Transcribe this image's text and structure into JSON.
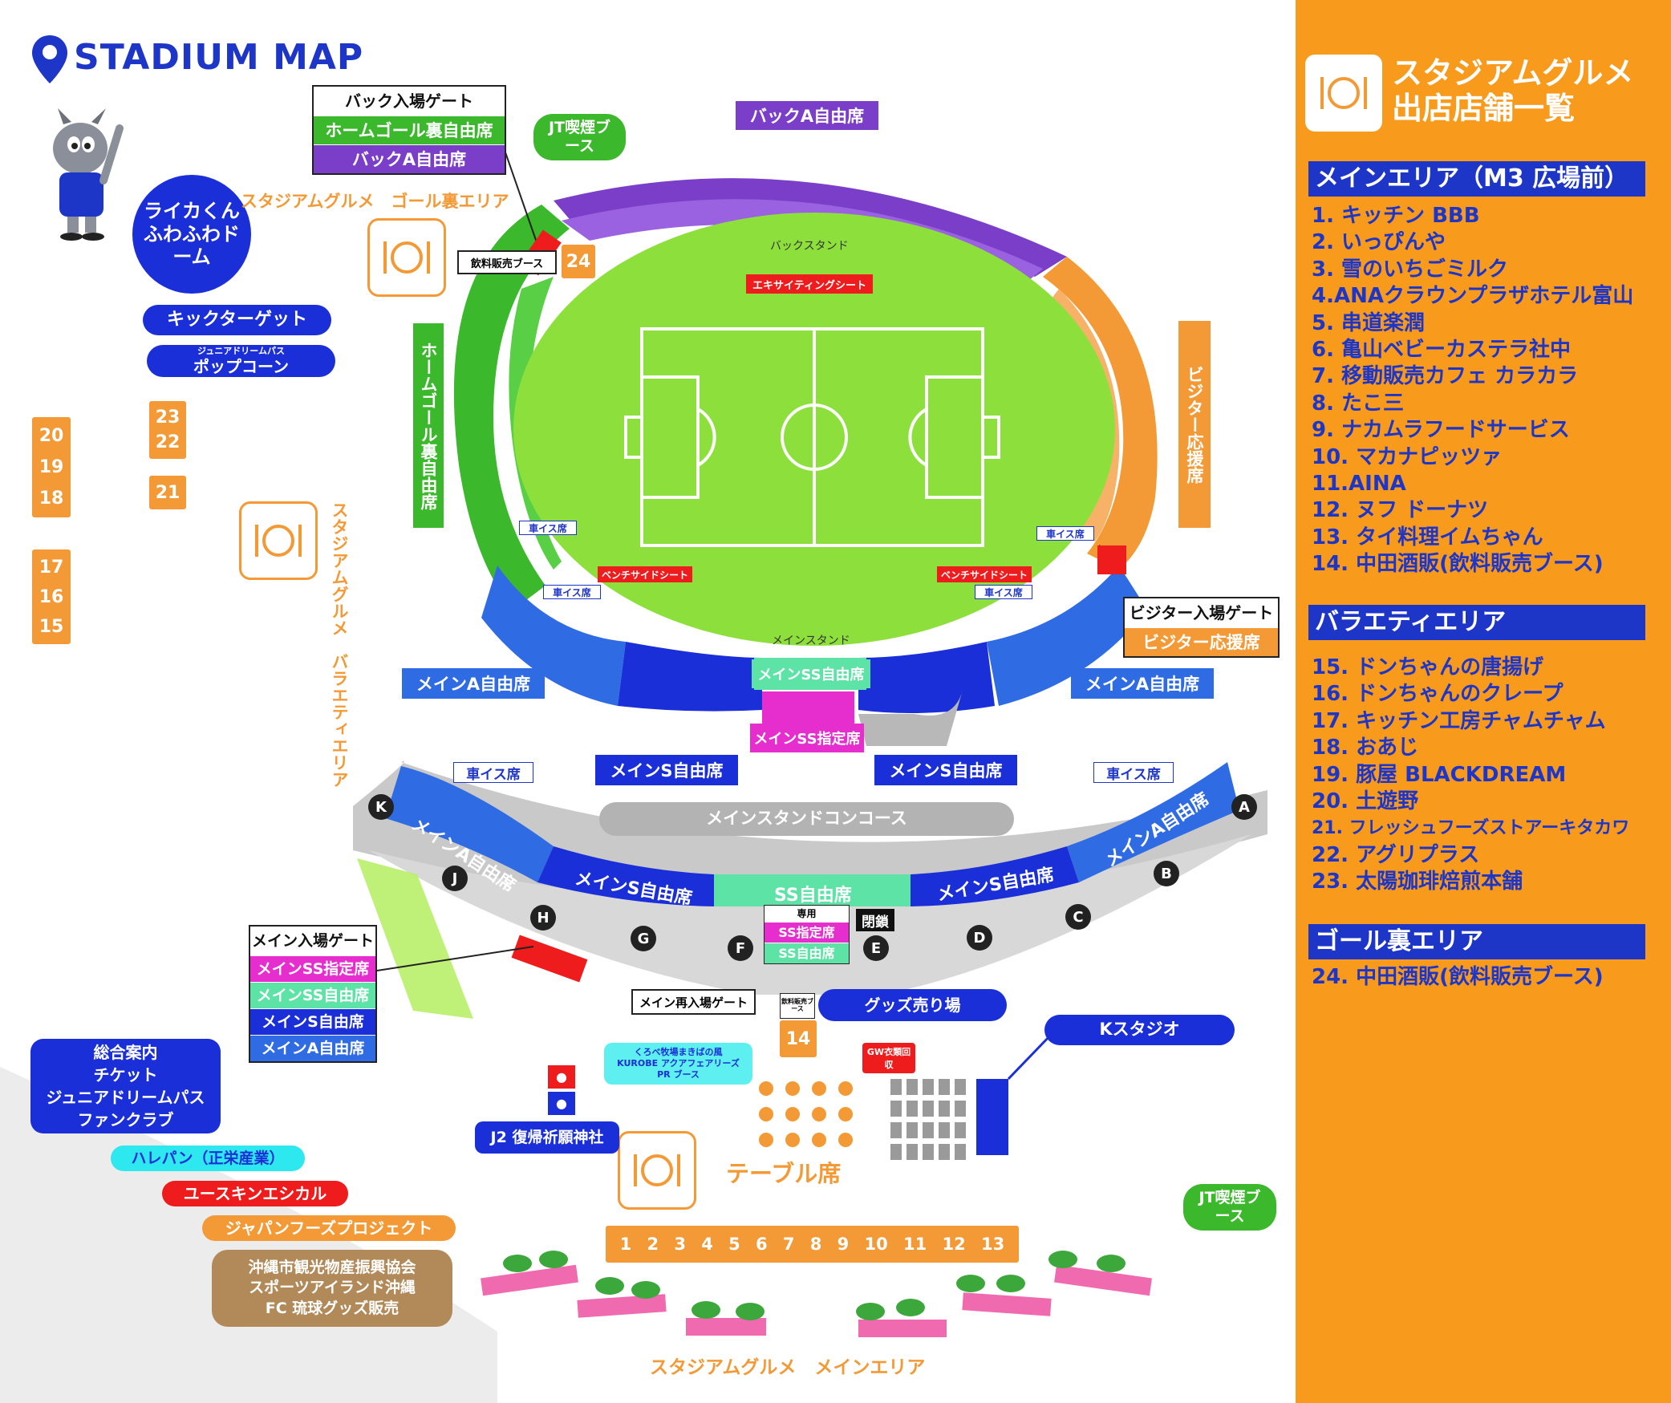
{
  "title": "STADIUM MAP",
  "colors": {
    "blue": "#1e36c8",
    "orange": "#f39a36",
    "green": "#3cb82c",
    "purple": "#7a3ec8",
    "pitch": "#8de03c",
    "red": "#ee1c1c",
    "magenta": "#e62ecf",
    "mint": "#5ee3a6"
  },
  "field_labels": {
    "back_stand": "バックスタンド",
    "main_stand": "メインスタンド",
    "exciting_seat": "エキサイティングシート",
    "bench_side_seat": "ベンチサイドシート",
    "wheelchair": "車イス席"
  },
  "seat_labels": {
    "back_a_free": "バックA自由席",
    "home_goal_free": "ホームゴール裏自由席",
    "visitor_support": "ビジター応援席",
    "main_a_free": "メインA自由席",
    "main_ss_free": "メインSS自由席",
    "main_ss_reserved": "メインSS指定席",
    "main_s_free": "メインS自由席",
    "ss_free": "SS自由席",
    "main_concourse": "メインスタンドコンコース"
  },
  "gates": {
    "back": {
      "title": "バック入場ゲート",
      "rows": [
        "ホームゴール裏自由席",
        "バックA自由席"
      ]
    },
    "visitor": {
      "title": "ビジター入場ゲート",
      "rows": [
        "ビジター応援席"
      ]
    },
    "main": {
      "title": "メイン入場ゲート",
      "rows": [
        "メインSS指定席",
        "メインSS自由席",
        "メインS自由席",
        "メインA自由席"
      ]
    },
    "main_reentry": "メイン再入場ゲート",
    "dedicated": {
      "title": "専用",
      "rows": [
        "SS指定席",
        "SS自由席"
      ]
    },
    "closed": "閉鎖"
  },
  "gate_letters": [
    "A",
    "B",
    "C",
    "D",
    "E",
    "F",
    "G",
    "H",
    "J",
    "K"
  ],
  "areas": {
    "jt_smoking": "JT喫煙ブース",
    "goal_area_label": "スタジアムグルメ　ゴール裏エリア",
    "variety_area_label": "スタジアムグルメ　バラエティエリア",
    "main_area_label": "スタジアムグルメ　メインエリア",
    "drink_booth": "飲料販売ブース",
    "drink_booth_small": "飲料販売ブース",
    "raika_dome": "ライカくんふわふわドーム",
    "kick_target": "キックターゲット",
    "junior_dream_pass": "ジュニアドリームパス",
    "popcorn": "ポップコーン",
    "goods": "グッズ売り場",
    "k_studio": "Kスタジオ",
    "gw": "GW衣類回収",
    "kurobe": [
      "くろべ牧場まきばの風",
      "KUROBE アクアフェアリーズ",
      "PR ブース"
    ],
    "shrine": "J2 復帰祈願神社",
    "table_seats": "テーブル席",
    "info": [
      "総合案内",
      "チケット",
      "ジュニアドリームパス",
      "ファンクラブ"
    ],
    "harepan": "ハレパン（正栄産業）",
    "euskin": "ユースキンエシカル",
    "japan_foods": "ジャパンフーズプロジェクト",
    "okinawa": [
      "沖縄市観光物産振興協会",
      "スポーツアイランド沖縄",
      "FC 琉球グッズ販売"
    ]
  },
  "stall_numbers": {
    "main_row": [
      "1",
      "2",
      "3",
      "4",
      "5",
      "6",
      "7",
      "8",
      "9",
      "10",
      "11",
      "12",
      "13"
    ],
    "left_col_a": [
      "20",
      "19",
      "18"
    ],
    "left_col_b": [
      "17",
      "16",
      "15"
    ],
    "pair": [
      "23",
      "22"
    ],
    "single": "21",
    "goal": "24",
    "concourse": "14"
  },
  "panel": {
    "title_line1": "スタジアムグルメ",
    "title_line2": "出店店舗一覧",
    "sections": [
      {
        "heading": "メインエリア（M3 広場前）",
        "items": [
          "1. キッチン BBB",
          "2. いっぴんや",
          "3. 雪のいちごミルク",
          "4.ANAクラウンプラザホテル富山",
          "5. 串道楽潤",
          "6. 亀山ベビーカステラ社中",
          "7. 移動販売カフェ カラカラ",
          "8. たこ三",
          "9. ナカムラフードサービス",
          "10. マカナピッツァ",
          "11.AINA",
          "12. ヌフ ドーナツ",
          "13. タイ料理イムちゃん",
          "14. 中田酒販(飲料販売ブース)"
        ]
      },
      {
        "heading": "バラエティエリア",
        "items": [
          "15. ドンちゃんの唐揚げ",
          "16. ドンちゃんのクレープ",
          "17. キッチン工房チャムチャム",
          "18. おあじ",
          "19. 豚屋 BLACKDREAM",
          "20. 土遊野",
          "21. フレッシュフーズストアーキタカワ",
          "22. アグリプラス",
          "23. 太陽珈琲焙煎本舗"
        ]
      },
      {
        "heading": "ゴール裏エリア",
        "items": [
          "24. 中田酒販(飲料販売ブース)"
        ]
      }
    ]
  }
}
